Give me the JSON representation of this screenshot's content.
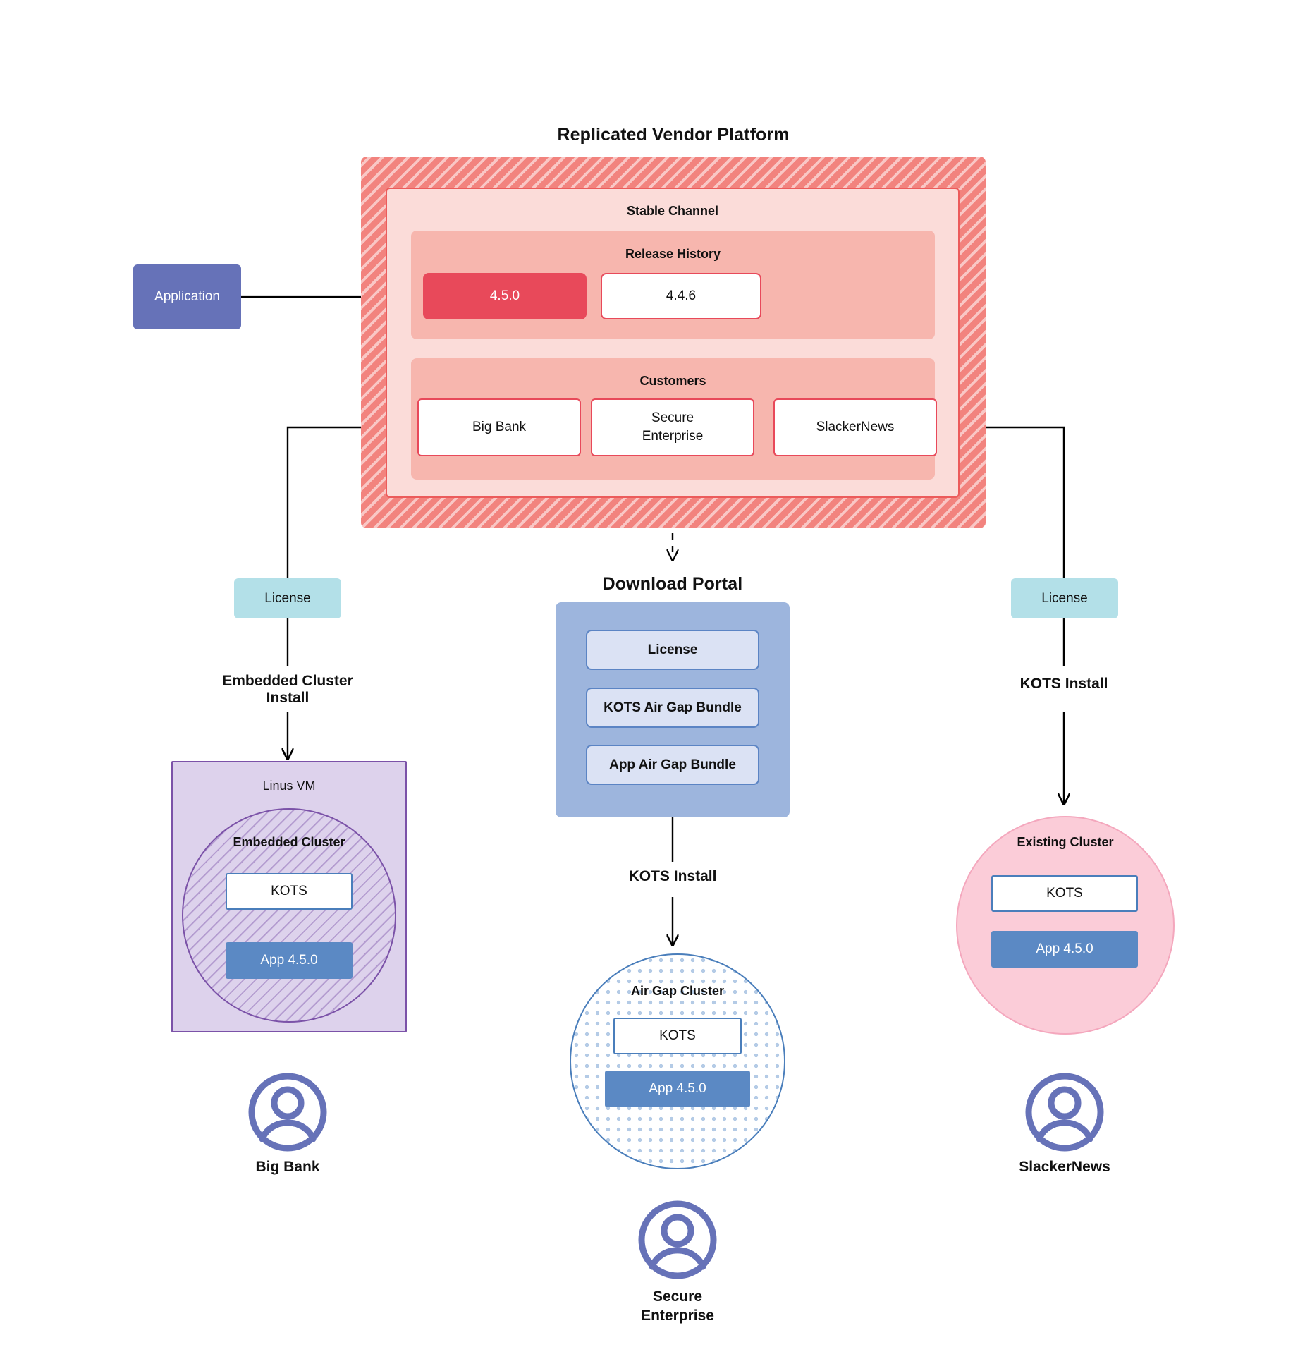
{
  "diagram": {
    "title": "Replicated Vendor Platform",
    "source_app": {
      "label": "Application"
    },
    "platform": {
      "channel_title": "Stable Channel",
      "release_history": {
        "title": "Release History",
        "releases": [
          {
            "version": "4.5.0",
            "state": "current"
          },
          {
            "version": "4.4.6",
            "state": "previous"
          }
        ]
      },
      "customers": {
        "title": "Customers",
        "items": [
          {
            "name": "Big Bank"
          },
          {
            "name": "Secure\nEnterprise",
            "line1": "Secure",
            "line2": "Enterprise"
          },
          {
            "name": "SlackerNews"
          }
        ]
      }
    },
    "download_portal": {
      "title": "Download  Portal",
      "artifacts": [
        {
          "label": "License"
        },
        {
          "label": "KOTS Air Gap Bundle"
        },
        {
          "label": "App Air Gap Bundle"
        }
      ]
    },
    "branches": {
      "left": {
        "license_label": "License",
        "install_method_line1": "Embedded Cluster",
        "install_method_line2": "Install",
        "host": {
          "title": "Linus VM"
        },
        "cluster": {
          "title": "Embedded Cluster",
          "kots_label": "KOTS",
          "app_label": "App 4.5.0"
        },
        "persona": "Big Bank"
      },
      "center": {
        "install_method": "KOTS Install",
        "cluster": {
          "title": "Air Gap Cluster",
          "kots_label": "KOTS",
          "app_label": "App 4.5.0"
        },
        "persona_line1": "Secure",
        "persona_line2": "Enterprise"
      },
      "right": {
        "license_label": "License",
        "install_method": "KOTS Install",
        "cluster": {
          "title": "Existing Cluster",
          "kots_label": "KOTS",
          "app_label": "App 4.5.0"
        },
        "persona": "SlackerNews"
      }
    },
    "colors": {
      "platform_hatch": "#f2837e",
      "channel_bg": "#fbdcd9",
      "panel_bg": "#f7b6ae",
      "release_current": "#e8495a",
      "application": "#6672b8",
      "license": "#b3e0e8",
      "portal": "#9db5dd",
      "portal_item": "#dbe2f4",
      "vm": "#ddd2ec",
      "vm_border": "#7b52a8",
      "existing_cluster": "#fbccd8",
      "app_version": "#5b89c4",
      "kots_border": "#4a7ebb",
      "avatar": "#6672b8"
    }
  }
}
